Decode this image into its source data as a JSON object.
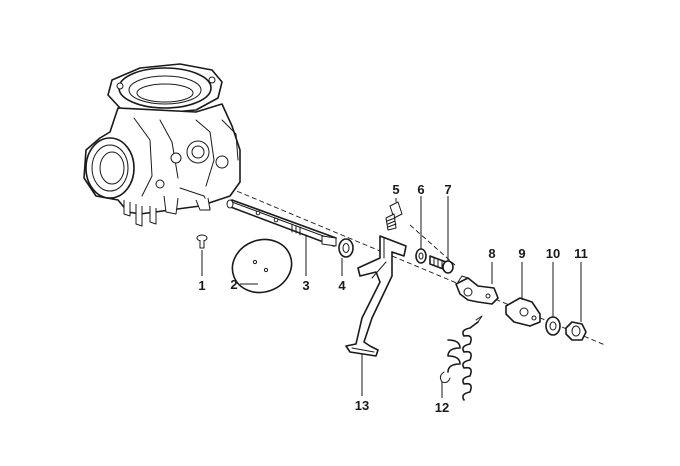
{
  "diagram": {
    "parts": [
      {
        "id": "part-1",
        "label": "1"
      },
      {
        "id": "part-2",
        "label": "2"
      },
      {
        "id": "part-3",
        "label": "3"
      },
      {
        "id": "part-4",
        "label": "4"
      },
      {
        "id": "part-5",
        "label": "5"
      },
      {
        "id": "part-6",
        "label": "6"
      },
      {
        "id": "part-7",
        "label": "7"
      },
      {
        "id": "part-8",
        "label": "8"
      },
      {
        "id": "part-9",
        "label": "9"
      },
      {
        "id": "part-10",
        "label": "10"
      },
      {
        "id": "part-11",
        "label": "11"
      },
      {
        "id": "part-12",
        "label": "12"
      },
      {
        "id": "part-13",
        "label": "13"
      }
    ]
  }
}
